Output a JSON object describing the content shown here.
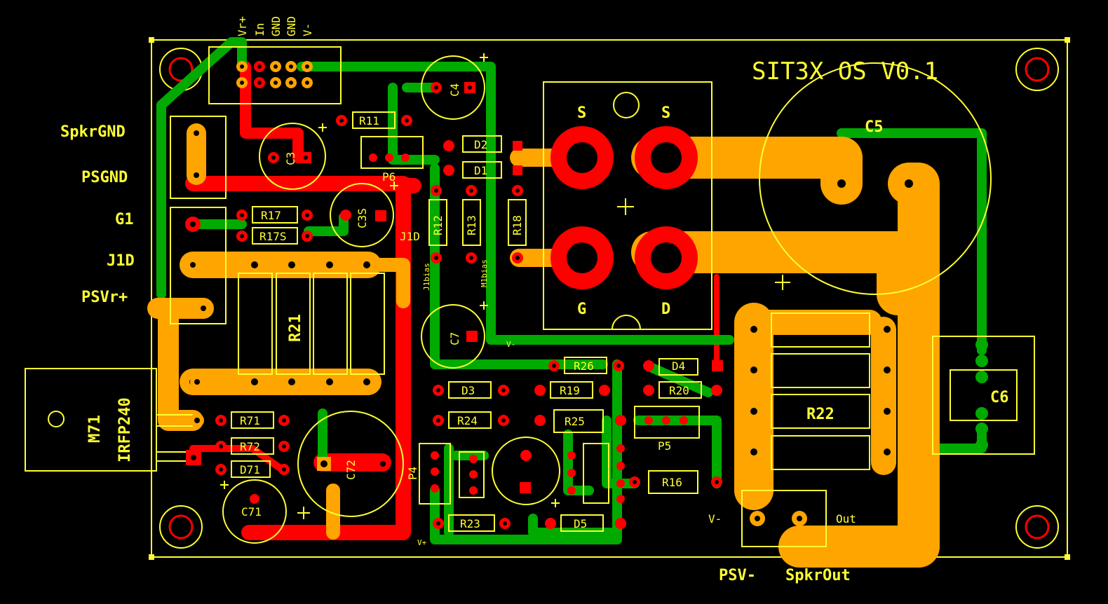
{
  "colors": {
    "background": "#000000",
    "silkscreen": "#FFFF33",
    "top_copper": "#00AA00",
    "bottom_copper": "#FF0000",
    "power_trace": "#FFA500",
    "hole": "#000000"
  },
  "board": {
    "title": "SIT3X OS V0.1"
  },
  "connector_labels": {
    "spkrgnd": "SpkrGND",
    "psgnd": "PSGND",
    "g1": "G1",
    "j1d": "J1D",
    "psvr": "PSVr+",
    "psv_minus": "PSV-",
    "spkrout": "SpkrOut",
    "vr": "Vr+",
    "in": "In",
    "gnd1": "GND",
    "gnd2": "GND",
    "vminus": "V-"
  },
  "mosfet": {
    "s1": "S",
    "s2": "S",
    "g": "G",
    "d": "D"
  },
  "components": {
    "r11": "R11",
    "r12": "R12",
    "r13": "R13",
    "r16": "R16",
    "r17": "R17",
    "r17s": "R17S",
    "r18": "R18",
    "r19": "R19",
    "r20": "R20",
    "r21": "R21",
    "r22": "R22",
    "r23": "R23",
    "r24": "R24",
    "r25": "R25",
    "r26": "R26",
    "r71": "R71",
    "r72": "R72",
    "d1": "D1",
    "d2": "D2",
    "d3": "D3",
    "d4": "D4",
    "d5": "D5",
    "d71": "D71",
    "c3": "C3",
    "c3s": "C3S",
    "c4": "C4",
    "c5": "C5",
    "c6": "C6",
    "c7": "C7",
    "c71": "C71",
    "c72": "C72",
    "p4": "P4",
    "p5": "P5",
    "p6": "P6",
    "j1d_label": "J1D",
    "j1bias": "J1bias",
    "m1bias": "M1bias",
    "m71": "M71",
    "irfp240": "IRFP240",
    "vminus_node": "V-",
    "vplus_node": "V+",
    "vminus_out": "V-",
    "out": "Out"
  },
  "polarity_mark": "+"
}
